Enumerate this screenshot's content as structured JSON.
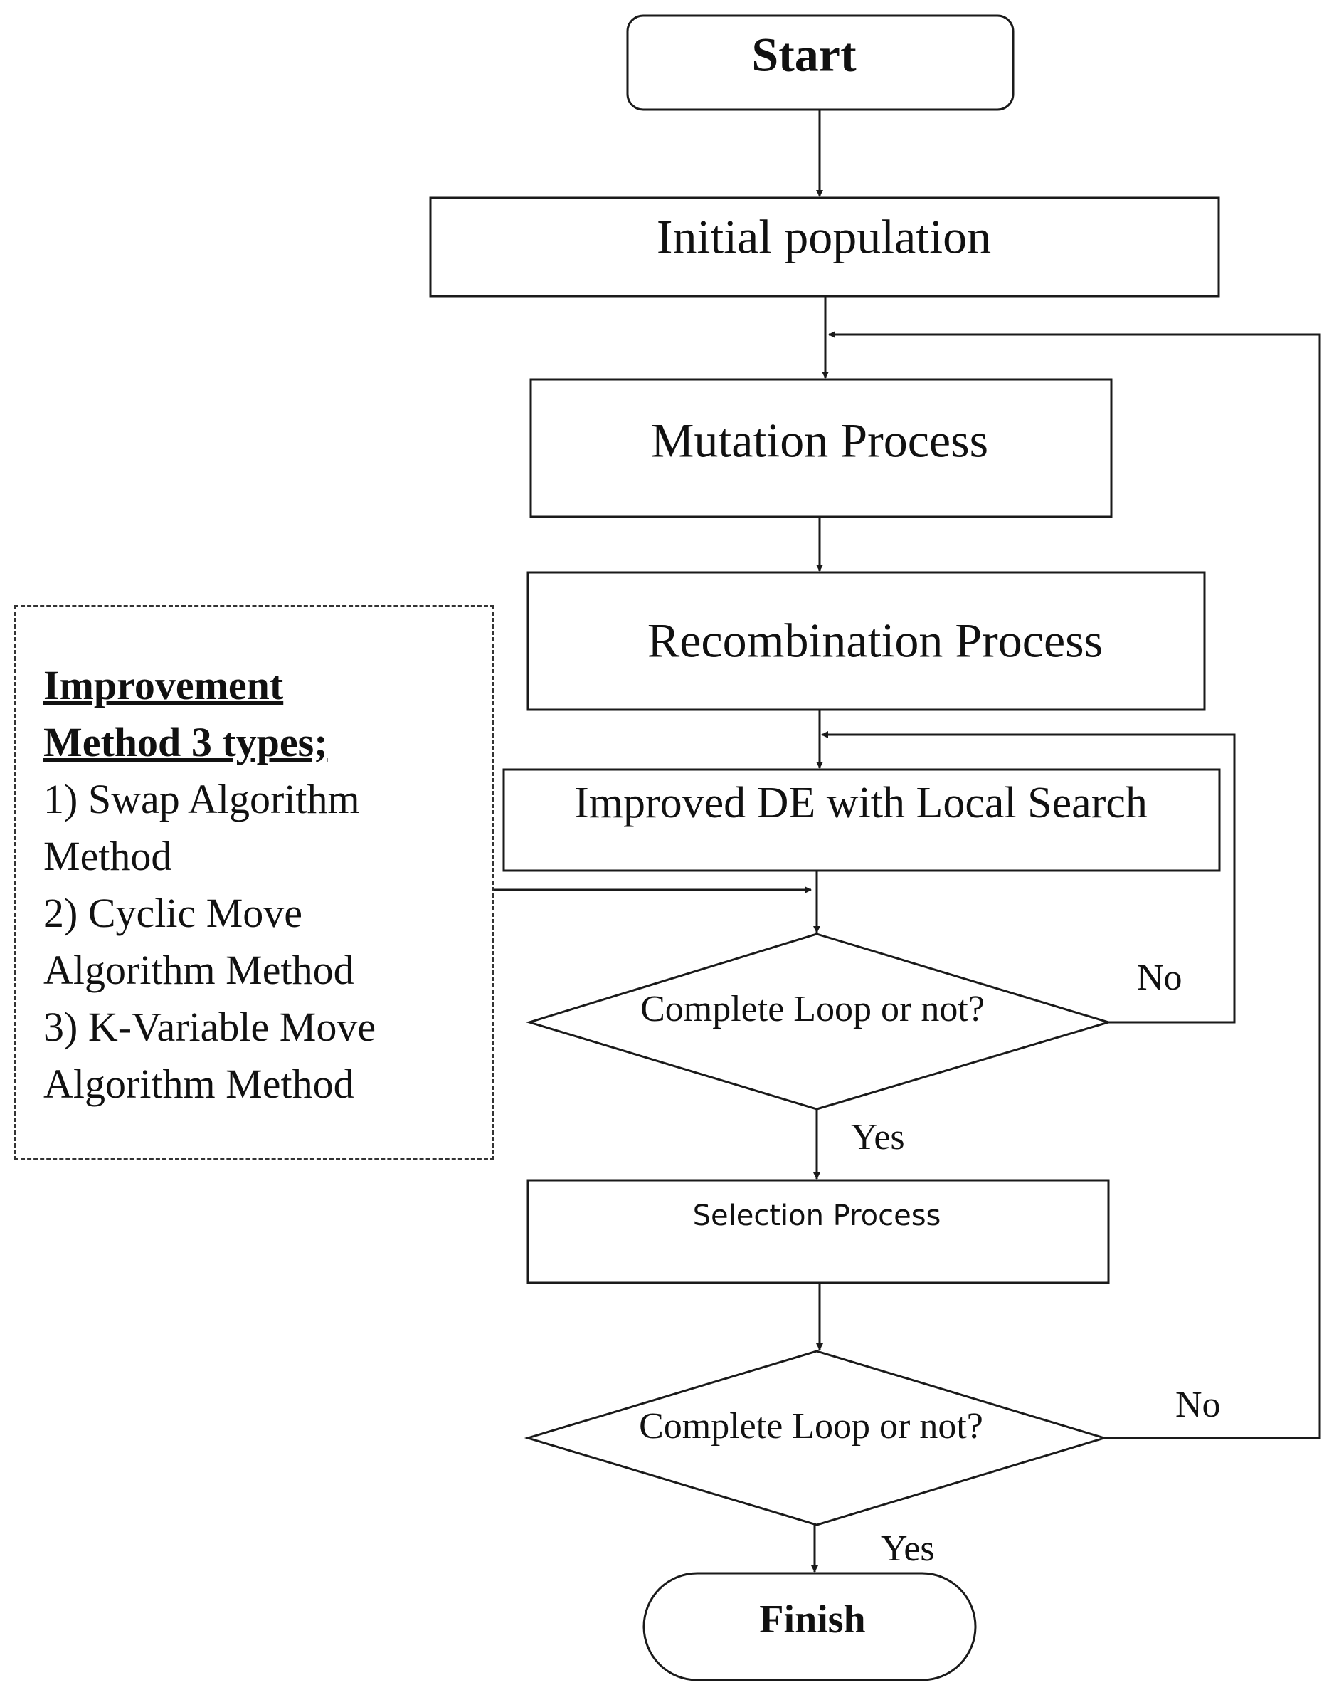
{
  "nodes": {
    "start": "Start",
    "initial": "Initial population",
    "mutation": "Mutation Process",
    "recombination": "Recombination Process",
    "improved": "Improved DE with Local Search",
    "decision1": "Complete Loop or not?",
    "selection": "Selection Process",
    "decision2": "Complete Loop or not?",
    "finish": "Finish"
  },
  "edge_labels": {
    "d1_no": "No",
    "d1_yes": "Yes",
    "d2_no": "No",
    "d2_yes": "Yes"
  },
  "note": {
    "heading_line1": "Improvement",
    "heading_line2": "Method 3 types;",
    "items": [
      "1) Swap Algorithm",
      "Method",
      "2) Cyclic Move",
      "Algorithm Method",
      "3) K-Variable Move",
      "Algorithm Method"
    ]
  }
}
